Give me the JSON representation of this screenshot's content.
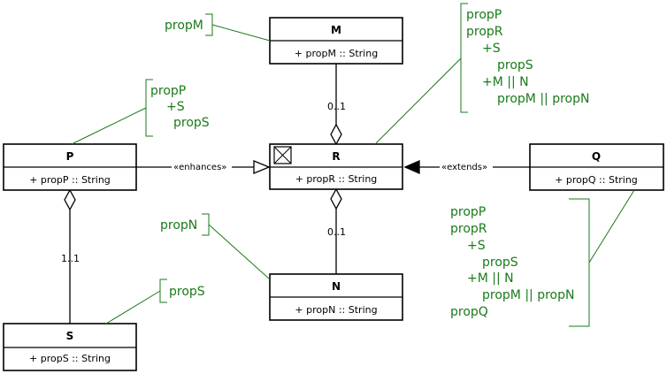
{
  "classes": {
    "M": {
      "name": "M",
      "attr": "+ propM  :: String"
    },
    "R": {
      "name": "R",
      "attr": "+ propR  :: String"
    },
    "P": {
      "name": "P",
      "attr": "+ propP  :: String"
    },
    "Q": {
      "name": "Q",
      "attr": "+ propQ  :: String"
    },
    "N": {
      "name": "N",
      "attr": "+ propN  :: String"
    },
    "S": {
      "name": "S",
      "attr": "+ propS  :: String"
    }
  },
  "relations": {
    "enhances": "«enhances»",
    "extends": "«extends»",
    "mult_m_r": "0..1",
    "mult_n_r": "0..1",
    "mult_p_s": "1..1"
  },
  "notes": {
    "m": [
      "propM"
    ],
    "n": [
      "propN"
    ],
    "s": [
      "propS"
    ],
    "p": [
      "propP",
      "+S",
      "propS"
    ],
    "r": [
      "propP",
      "propR",
      "+S",
      "propS",
      "+M || N",
      "propM || propN"
    ],
    "q": [
      "propP",
      "propR",
      "+S",
      "propS",
      "+M || N",
      "propM || propN",
      "propQ"
    ]
  },
  "colors": {
    "note_green": "#1a7a1a"
  }
}
